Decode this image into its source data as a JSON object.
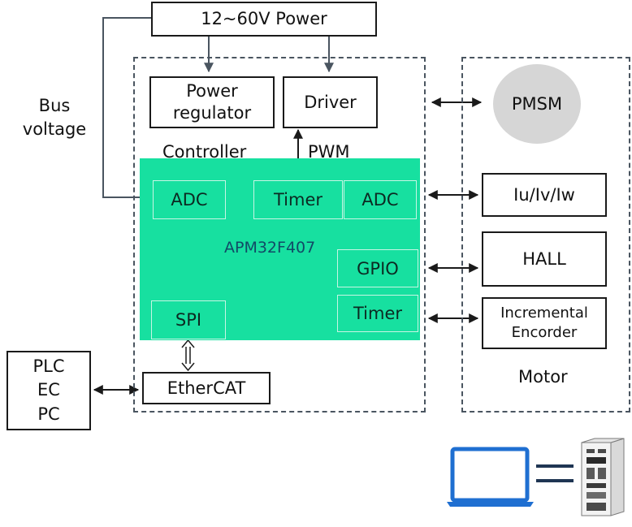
{
  "power_supply": "12~60V Power",
  "bus_voltage": "Bus\nvoltage",
  "power_regulator": "Power regulator",
  "driver": "Driver",
  "controller_label": "Controller",
  "pwm_label": "PWM",
  "mcu": {
    "name": "APM32F407",
    "adc_left": "ADC",
    "timer_top": "Timer",
    "adc_right": "ADC",
    "gpio": "GPIO",
    "timer_right": "Timer",
    "spi": "SPI"
  },
  "ethercat": "EtherCAT",
  "host": "PLC\nEC\nPC",
  "motor": {
    "pmsm": "PMSM",
    "current_sense": "Iu/Iv/Iw",
    "hall": "HALL",
    "encoder": "Incremental Encorder",
    "label": "Motor"
  },
  "colors": {
    "mcu_fill": "#17e0a0",
    "dashed_border": "#4a5560",
    "pmsm_fill": "#d6d6d6",
    "laptop": "#1f6fd1",
    "connector": "#33414f"
  },
  "icons": [
    "laptop-icon",
    "servo-drive-icon"
  ]
}
